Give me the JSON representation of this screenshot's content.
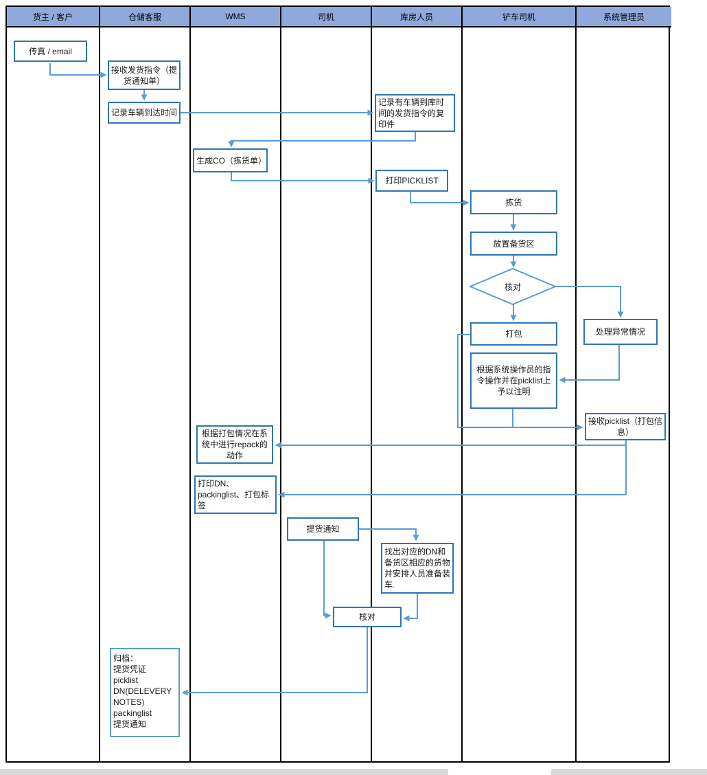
{
  "lanes": [
    {
      "label": "货主 / 客户"
    },
    {
      "label": "仓储客服"
    },
    {
      "label": "WMS"
    },
    {
      "label": "司机"
    },
    {
      "label": "库房人员"
    },
    {
      "label": "铲车司机"
    },
    {
      "label": "系统管理员"
    }
  ],
  "nodes": {
    "fax": {
      "label": "传真 / email"
    },
    "receive_order": {
      "label": "接收发货指令（提货通知单）"
    },
    "record_arrival": {
      "label": "记录车辆到达时间"
    },
    "copy_order": {
      "label": "记录有车辆到库时间的发货指令的复印件"
    },
    "generate_co": {
      "label": "生成CO（拣货单）"
    },
    "print_picklist": {
      "label": "打印PICKLIST"
    },
    "picking": {
      "label": "拣货"
    },
    "staging_area": {
      "label": "放置备货区"
    },
    "check_1": {
      "label": "核对"
    },
    "packing": {
      "label": "打包"
    },
    "follow_instruction": {
      "label": "根据系统操作员的指令操作并在picklist上予以注明"
    },
    "handle_exception": {
      "label": "处理异常情况"
    },
    "receive_picklist": {
      "label": "接收picklist（打包信息）"
    },
    "repack": {
      "label": "根据打包情况在系统中进行repack的动作"
    },
    "print_dn": {
      "label": "打印DN、packinglist、打包标签"
    },
    "pickup_notice": {
      "label": "提货通知"
    },
    "find_dn_goods": {
      "label": "找出对应的DN和\n备货区相应的货物\n并安排人员准备装\n车."
    },
    "check_2": {
      "label": "核对"
    },
    "archive": {
      "label": "归档：\n提货凭证\npicklist\nDN(DELEVERY\nNOTES)\npackinglist\n提货通知"
    }
  },
  "colors": {
    "lane_header_fill": "#8EA9DB",
    "grid_line": "#000000",
    "node_border": "#2E75B6",
    "connector": "#5B9BD5",
    "bottom_bar": "#d9d9d9"
  }
}
